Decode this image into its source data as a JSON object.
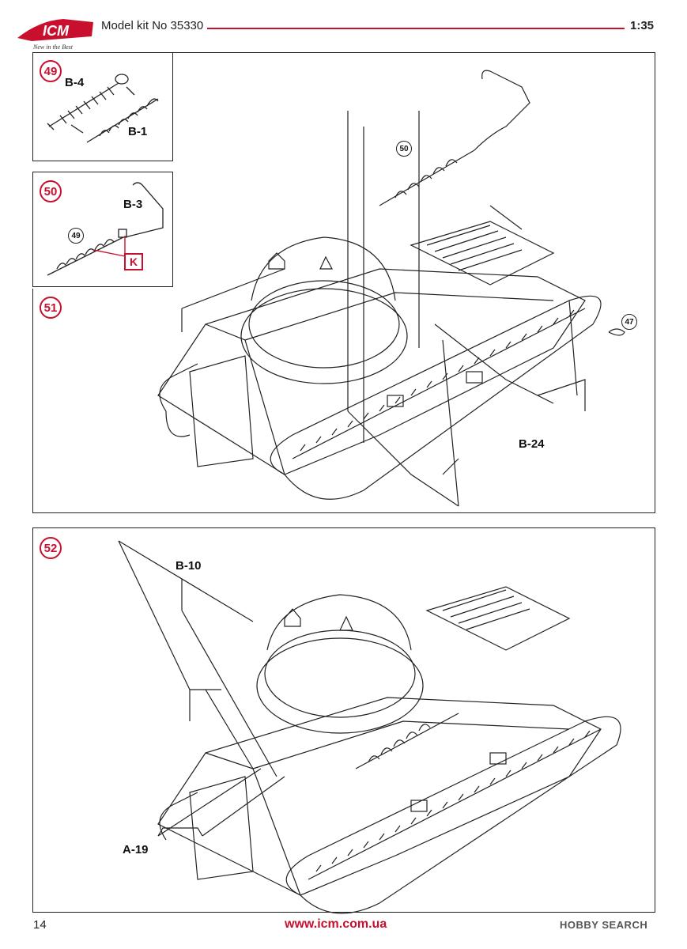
{
  "header": {
    "brand": "ICM",
    "tagline": "New in the Best",
    "kit_title": "Model kit No 35330",
    "scale": "1:35"
  },
  "steps": {
    "s49": {
      "number": "49",
      "parts": [
        "B-4",
        "B-1"
      ]
    },
    "s50": {
      "number": "50",
      "part": "B-3",
      "ref": "49",
      "callout": "K"
    },
    "s51": {
      "number": "51",
      "ref_a": "50",
      "ref_b": "47",
      "part": "B-24"
    },
    "s52": {
      "number": "52",
      "part_a": "B-10",
      "part_b": "A-19"
    }
  },
  "footer": {
    "page_number": "14",
    "url": "www.icm.com.ua",
    "watermark": "HOBBY SEARCH"
  },
  "colors": {
    "accent": "#c8102e",
    "line": "#222222"
  }
}
